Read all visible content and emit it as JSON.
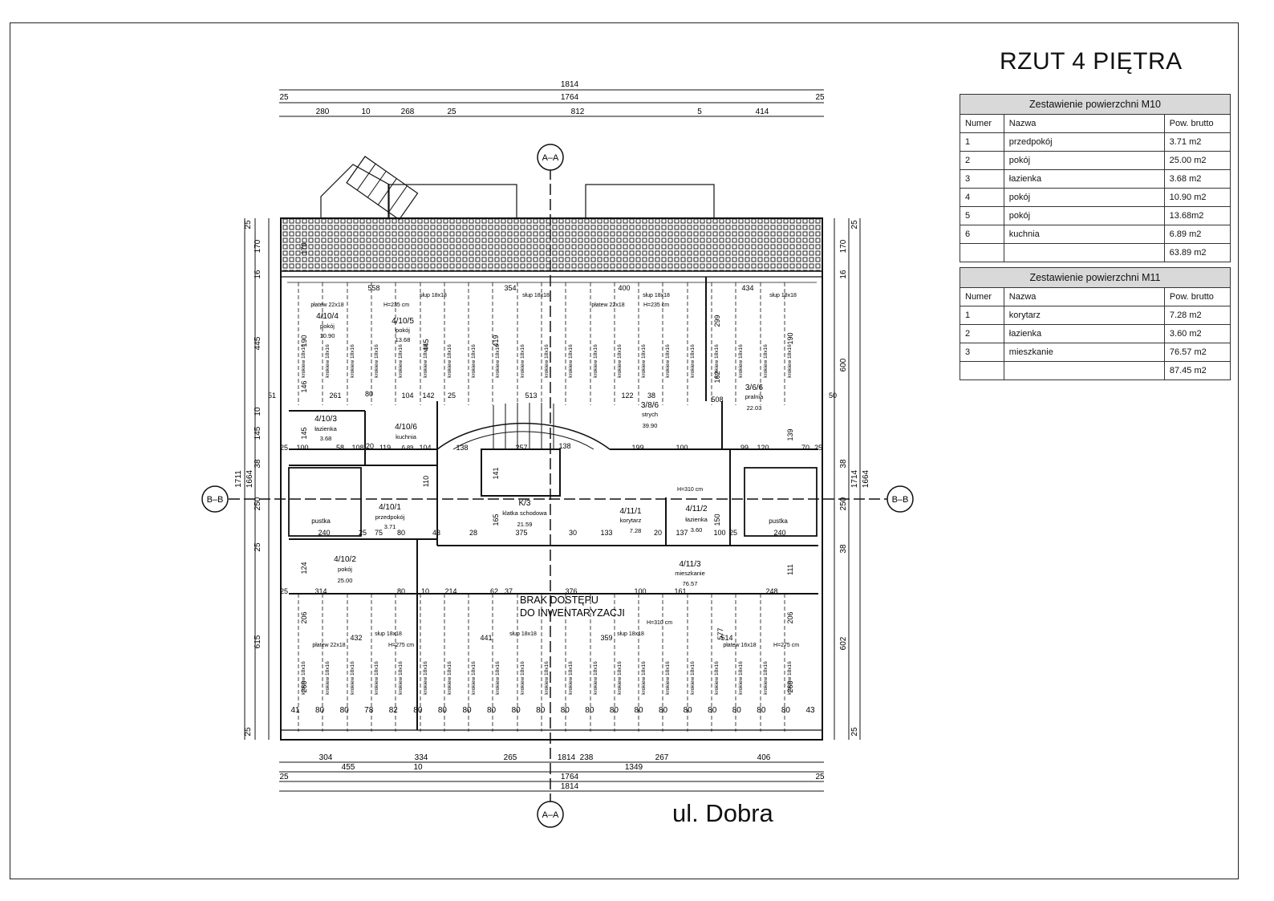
{
  "title": "RZUT 4 PIĘTRA",
  "street": "ul. Dobra",
  "section_markers": {
    "aa": "A–A",
    "bb": "B–B"
  },
  "note": [
    "BRAK DOSTĘPU",
    "DO INWENTARYZACJI"
  ],
  "tables": [
    {
      "title": "Zestawienie powierzchni  M10",
      "headers": [
        "Numer",
        "Nazwa",
        "Pow. brutto"
      ],
      "rows": [
        [
          "1",
          "przedpokój",
          "3.71 m2"
        ],
        [
          "2",
          "pokój",
          "25.00 m2"
        ],
        [
          "3",
          "łazienka",
          "3.68 m2"
        ],
        [
          "4",
          "pokój",
          "10.90 m2"
        ],
        [
          "5",
          "pokój",
          "13.68m2"
        ],
        [
          "6",
          "kuchnia",
          "6.89 m2"
        ]
      ],
      "total": "63.89 m2"
    },
    {
      "title": "Zestawienie powierzchni  M11",
      "headers": [
        "Numer",
        "Nazwa",
        "Pow. brutto"
      ],
      "rows": [
        [
          "1",
          "korytarz",
          "7.28 m2"
        ],
        [
          "2",
          "łazienka",
          "3.60 m2"
        ],
        [
          "3",
          "mieszkanie",
          "76.57 m2"
        ]
      ],
      "total": "87.45 m2"
    }
  ],
  "dims": {
    "top_total": "1814",
    "top_inner": "1764",
    "top_edge": "25",
    "top_segments": [
      "280",
      "10",
      "268",
      "25",
      "812",
      "5",
      "414"
    ],
    "bottom_segments": [
      "304",
      "334",
      "265",
      "238",
      "267",
      "406"
    ],
    "bottom_mid": "1814",
    "bottom_row2": [
      "455",
      "10",
      "1349"
    ],
    "bottom_inner": "1764",
    "bottom_total": "1814",
    "left": [
      "25",
      "170",
      "16",
      "445",
      "10",
      "145",
      "38",
      "250",
      "25",
      "615",
      "25"
    ],
    "left_totals": [
      "1711",
      "1664"
    ],
    "right": [
      "25",
      "170",
      "16",
      "600",
      "38",
      "250",
      "38",
      "602",
      "25"
    ],
    "right_totals": [
      "1714",
      "1664"
    ]
  },
  "rooms": [
    {
      "id": "4/10/4",
      "name": "pokój",
      "area": "10.90"
    },
    {
      "id": "4/10/5",
      "name": "pokój",
      "area": "13.68"
    },
    {
      "id": "4/10/3",
      "name": "łazienka",
      "area": "3.68"
    },
    {
      "id": "4/10/6",
      "name": "kuchnia",
      "area": "6.89"
    },
    {
      "id": "4/10/1",
      "name": "przedpokój",
      "area": "3.71"
    },
    {
      "id": "4/10/2",
      "name": "pokój",
      "area": "25.00"
    },
    {
      "id": "K/3",
      "name": "klatka schodowa",
      "area": "21.59"
    },
    {
      "id": "3/8/6",
      "name": "strych",
      "area": "39.90"
    },
    {
      "id": "3/6/6",
      "name": "pralnia",
      "area": "22.03"
    },
    {
      "id": "4/11/1",
      "name": "korytarz",
      "area": "7.28"
    },
    {
      "id": "4/11/2",
      "name": "łazienka",
      "area": "3.60"
    },
    {
      "id": "4/11/3",
      "name": "mieszkanie",
      "area": "76.57"
    }
  ],
  "pustka": [
    "pustka",
    "pustka"
  ],
  "beam_labels": {
    "rafter": "krokiew 18x16",
    "plate_top": "płatew 22x18",
    "plate_bottom": "płatew 16x18",
    "post": "słup 18x18",
    "h235": "H=235 cm",
    "h275": "H=275 cm",
    "h310": "H=310 cm"
  },
  "inner_dims": {
    "row_top": [
      "558",
      "354",
      "400",
      "434"
    ],
    "row_mid": [
      "51",
      "261",
      "80",
      "104",
      "142",
      "25",
      "513",
      "122",
      "38",
      "508",
      "50"
    ],
    "row_lower": [
      "25",
      "100",
      "58",
      "108",
      "20",
      "119",
      "104",
      "138",
      "257",
      "138",
      "199",
      "100",
      "99",
      "120",
      "70",
      "25"
    ],
    "row_corr": [
      "240",
      "25",
      "75",
      "80",
      "43",
      "28",
      "375",
      "30",
      "133",
      "20",
      "137",
      "100",
      "25",
      "240"
    ],
    "row_bottom_upper": [
      "25",
      "314",
      "80",
      "10",
      "214",
      "62",
      "37",
      "376",
      "100",
      "161",
      "248"
    ],
    "row_beams": [
      "432",
      "441",
      "359",
      "514"
    ],
    "row_feet": [
      "41",
      "80",
      "80",
      "78",
      "82",
      "80",
      "80",
      "80",
      "80",
      "80",
      "80",
      "80",
      "80",
      "80",
      "80",
      "80",
      "80",
      "80",
      "80",
      "80",
      "80",
      "43"
    ],
    "vertical": [
      "170",
      "190",
      "146",
      "145",
      "110",
      "141",
      "165",
      "419",
      "445",
      "299",
      "190",
      "162",
      "139",
      "124",
      "206",
      "260",
      "577",
      "206",
      "260",
      "111",
      "150"
    ]
  },
  "colors": {
    "line": "#1a1a1a",
    "table_header": "#d9d9d9",
    "hatch": "#333333"
  }
}
